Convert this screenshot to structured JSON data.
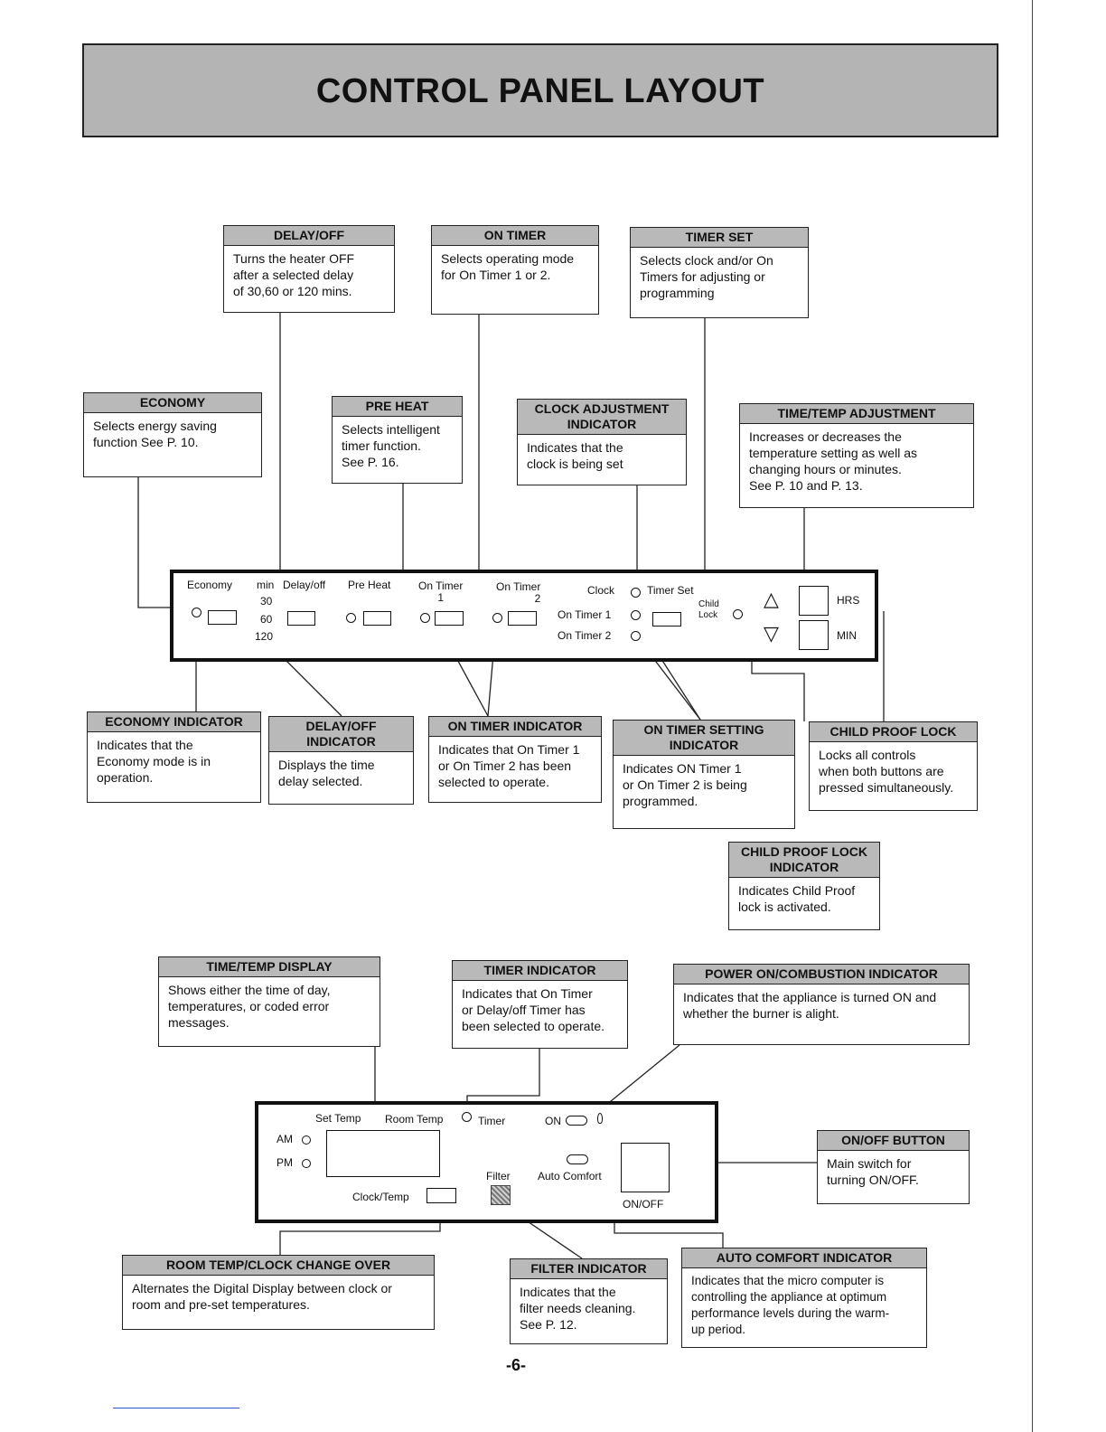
{
  "title": "CONTROL PANEL LAYOUT",
  "callouts": {
    "delay_off": {
      "title": "DELAY/OFF",
      "body": "Turns the heater OFF\nafter a selected delay\nof 30,60 or 120 mins."
    },
    "on_timer": {
      "title": "ON TIMER",
      "body": "Selects operating mode\nfor On Timer 1 or 2."
    },
    "timer_set": {
      "title": "TIMER SET",
      "body": "Selects clock and/or On\nTimers for adjusting or\nprogramming"
    },
    "economy": {
      "title": "ECONOMY",
      "body": "Selects energy saving\nfunction See P. 10."
    },
    "pre_heat": {
      "title": "PRE HEAT",
      "body": "Selects intelligent\ntimer function.\nSee P. 16."
    },
    "clock_adj": {
      "title": "CLOCK ADJUSTMENT\nINDICATOR",
      "body": "Indicates that the\nclock is being set"
    },
    "time_temp_adj": {
      "title": "TIME/TEMP ADJUSTMENT",
      "body": "Increases or decreases the\ntemperature setting as well as\nchanging hours or minutes.\nSee P. 10 and P. 13."
    },
    "economy_ind": {
      "title": "ECONOMY INDICATOR",
      "body": "Indicates that the\nEconomy mode is in\noperation."
    },
    "delay_off_ind": {
      "title": "DELAY/OFF\nINDICATOR",
      "body": "Displays the time\ndelay selected."
    },
    "on_timer_ind": {
      "title": "ON TIMER INDICATOR",
      "body": "Indicates that On Timer 1\nor On Timer 2 has been\nselected to operate."
    },
    "on_timer_setting_ind": {
      "title": "ON TIMER SETTING\nINDICATOR",
      "body": "Indicates ON Timer 1\nor On Timer 2 is being\nprogrammed."
    },
    "child_lock": {
      "title": "CHILD PROOF LOCK",
      "body": "Locks all controls\nwhen both buttons are\npressed simultaneously."
    },
    "child_lock_ind": {
      "title": "CHILD PROOF LOCK\nINDICATOR",
      "body": "Indicates Child Proof\nlock is activated."
    },
    "time_temp_display": {
      "title": "TIME/TEMP DISPLAY",
      "body": "Shows either the time of day,\ntemperatures, or coded error\nmessages."
    },
    "timer_ind": {
      "title": "TIMER INDICATOR",
      "body": "Indicates that On Timer\nor Delay/off Timer has\nbeen selected to operate."
    },
    "power_ind": {
      "title": "POWER ON/COMBUSTION INDICATOR",
      "body": "Indicates that the appliance is turned ON and\nwhether the burner is alight."
    },
    "onoff_btn": {
      "title": "ON/OFF BUTTON",
      "body": "Main switch for\nturning ON/OFF."
    },
    "room_temp_clock": {
      "title": "ROOM TEMP/CLOCK CHANGE OVER",
      "body": "Alternates the Digital Display between clock or\nroom and pre-set temperatures."
    },
    "filter_ind": {
      "title": "FILTER INDICATOR",
      "body": "Indicates that the\nfilter needs cleaning.\nSee P. 12."
    },
    "auto_comfort_ind": {
      "title": "AUTO COMFORT INDICATOR",
      "body": "Indicates that the micro computer is\ncontrolling the appliance at optimum\nperformance levels during the warm-\nup period."
    }
  },
  "panel1": {
    "economy": "Economy",
    "min": "min",
    "m30": "30",
    "m60": "60",
    "m120": "120",
    "delay_off": "Delay/off",
    "pre_heat": "Pre Heat",
    "on_timer_1": "On Timer\n1",
    "on_timer_2": "On Timer\n2",
    "clock": "Clock",
    "timer_set": "Timer Set",
    "child_lock": "Child\nLock",
    "on_timer1": "On Timer 1",
    "on_timer2": "On Timer 2",
    "hrs": "HRS",
    "min_btn": "MIN",
    "up_icon": "△",
    "down_icon": "▽"
  },
  "panel2": {
    "set_temp": "Set Temp",
    "room_temp": "Room Temp",
    "timer": "Timer",
    "on": "ON",
    "am": "AM",
    "pm": "PM",
    "filter": "Filter",
    "auto_comfort": "Auto Comfort",
    "clock_temp": "Clock/Temp",
    "onoff": "ON/OFF"
  },
  "page_number": "-6-"
}
